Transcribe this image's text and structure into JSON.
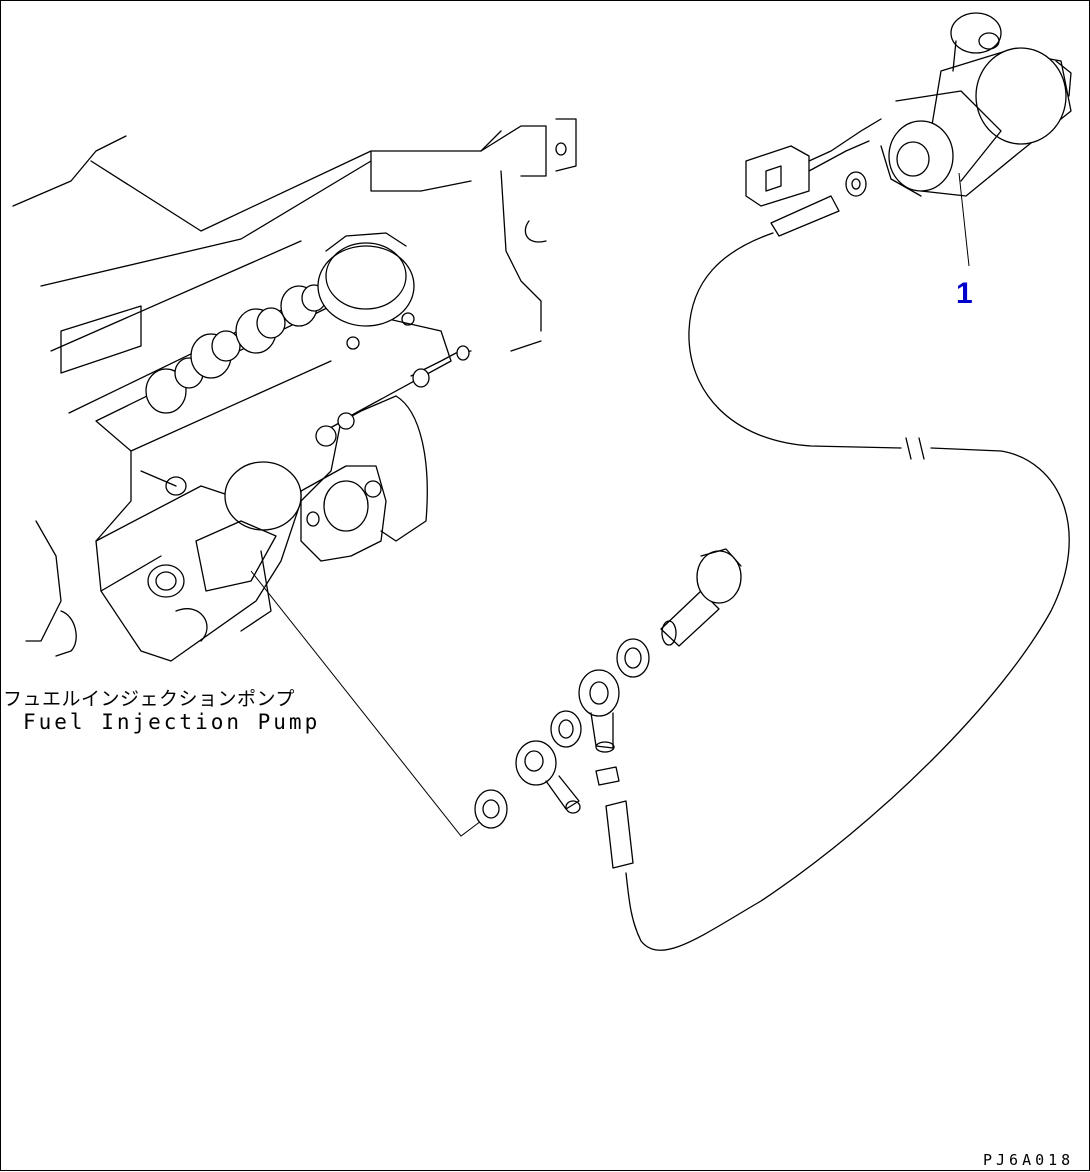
{
  "diagram": {
    "pump_label_jp": "フュエルインジェクションポンプ",
    "pump_label_en": "Fuel Injection Pump",
    "callout_number": "1",
    "drawing_code": "PJ6A018",
    "callout_color": "#0000cc"
  }
}
